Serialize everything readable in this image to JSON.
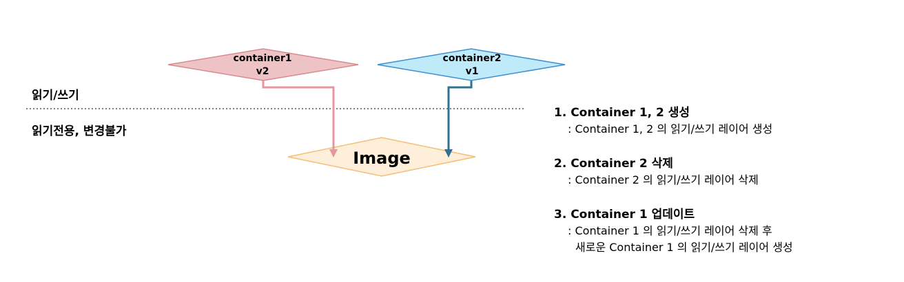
{
  "container1": {
    "name": "container1",
    "version": "v2",
    "fill": "#EDC3C5",
    "stroke": "#D98A8F",
    "arrow": "#E8959B"
  },
  "container2": {
    "name": "container2",
    "version": "v1",
    "fill": "#BFEAFA",
    "stroke": "#3D8FD0",
    "arrow": "#2E7190"
  },
  "image": {
    "label": "Image",
    "fill": "#FDEFD9",
    "stroke": "#F4BE77"
  },
  "layers": {
    "rw_label": "읽기/쓰기",
    "ro_label": "읽기전용, 변경불가"
  },
  "steps": [
    {
      "title": "1. Container 1, 2 생성",
      "desc": ": Container 1, 2 의 읽기/쓰기 레이어 생성"
    },
    {
      "title": "2. Container 2 삭제",
      "desc": ": Container 2 의 읽기/쓰기 레이어 삭제"
    },
    {
      "title": "3. Container 1 업데이트",
      "desc": ": Container 1 의 읽기/쓰기 레이어 삭제 후",
      "desc2": "새로운 Container 1 의 읽기/쓰기 레이어 생성"
    }
  ]
}
